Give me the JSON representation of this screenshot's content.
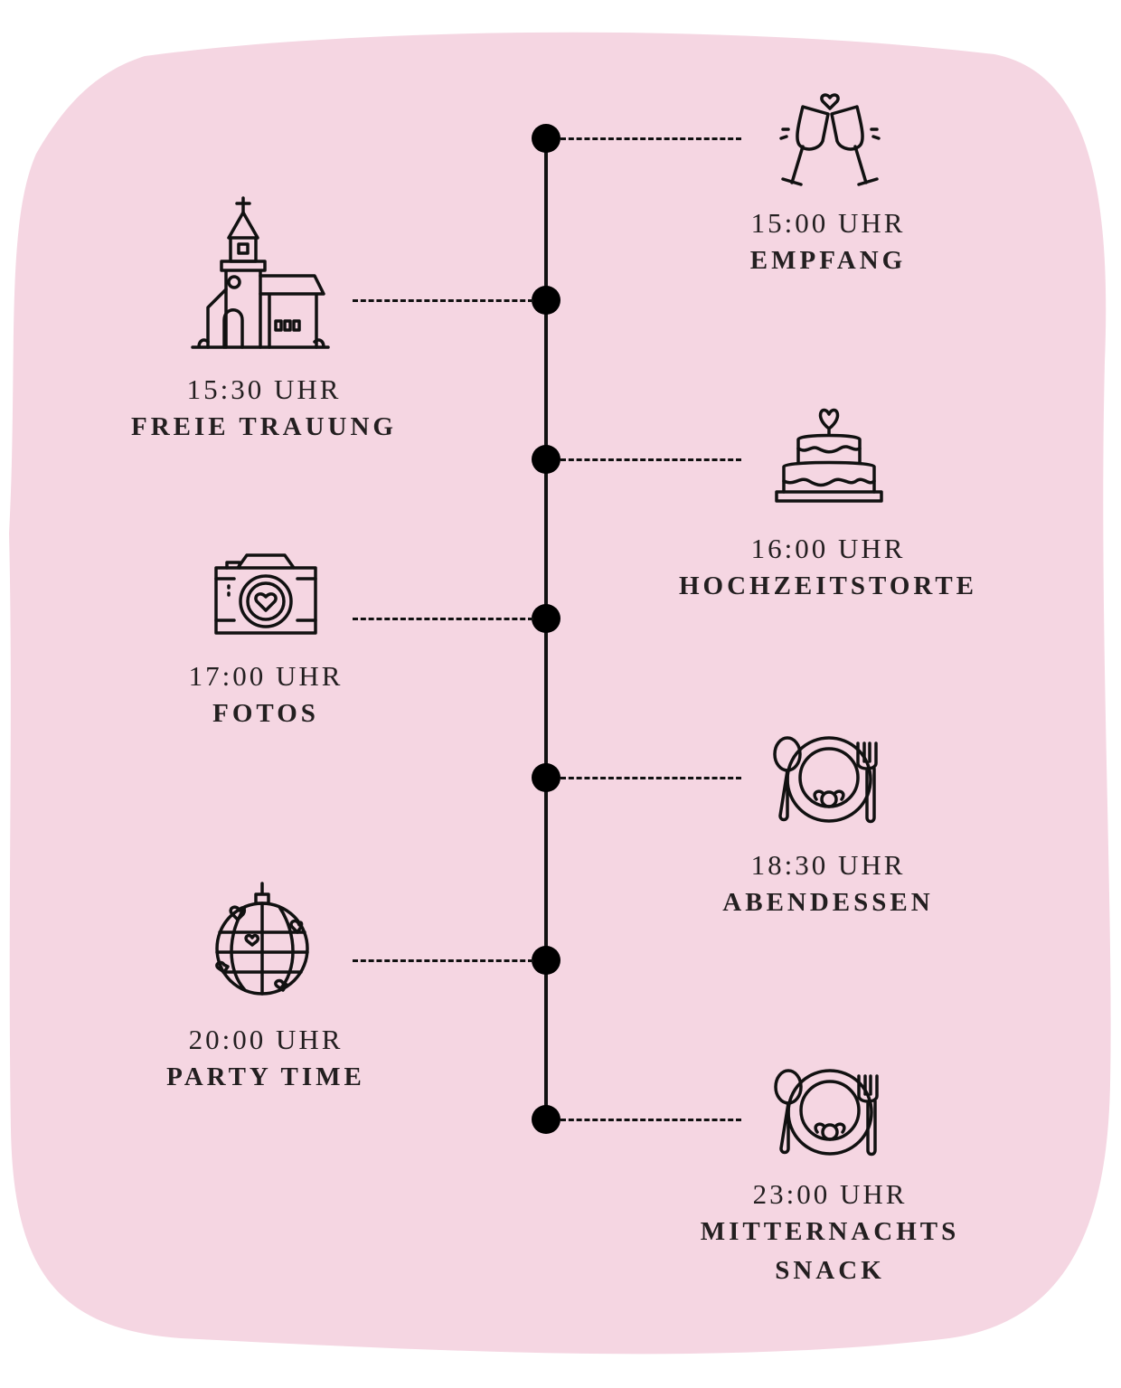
{
  "colors": {
    "background": "#f5d6e2",
    "ink": "#231f20"
  },
  "events": [
    {
      "time": "15:00 UHR",
      "title": "EMPFANG",
      "icon": "champagne-glasses-icon",
      "side": "right"
    },
    {
      "time": "15:30 UHR",
      "title": "FREIE TRAUUNG",
      "icon": "church-icon",
      "side": "left"
    },
    {
      "time": "16:00 UHR",
      "title": "HOCHZEITSTORTE",
      "icon": "wedding-cake-icon",
      "side": "right"
    },
    {
      "time": "17:00 UHR",
      "title": "FOTOS",
      "icon": "camera-icon",
      "side": "left"
    },
    {
      "time": "18:30 UHR",
      "title": "ABENDESSEN",
      "icon": "dinner-plate-icon",
      "side": "right"
    },
    {
      "time": "20:00 UHR",
      "title": "PARTY TIME",
      "icon": "disco-ball-icon",
      "side": "left"
    },
    {
      "time": "23:00 UHR",
      "title": "MITTERNACHTS SNACK",
      "title_lines": [
        "MITTERNACHTS",
        "SNACK"
      ],
      "icon": "dinner-plate-icon",
      "side": "right"
    }
  ]
}
